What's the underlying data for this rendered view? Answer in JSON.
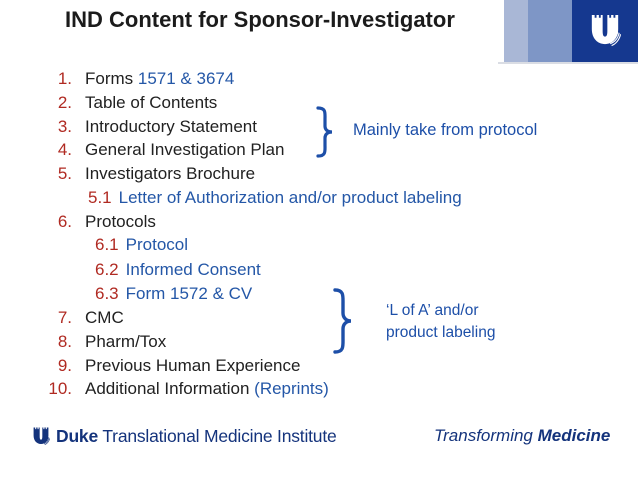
{
  "slide": {
    "title": "IND Content for Sponsor-Investigator"
  },
  "colors": {
    "title": "#1b1b1b",
    "body_text": "#212121",
    "number_red": "#b02a22",
    "blue_text": "#2457a7",
    "annotation_blue": "#1d4fa8",
    "footer_navy": "#14337c",
    "logo_stripe_light": "#a9b7d6",
    "logo_stripe_mid": "#7e96c6",
    "logo_box_dark": "#15388f"
  },
  "list": {
    "items": [
      {
        "number": "1.",
        "indent": "main",
        "segments": [
          {
            "text": "Forms ",
            "style": "body"
          },
          {
            "text": "1571 & 3674",
            "style": "blue"
          }
        ]
      },
      {
        "number": "2.",
        "indent": "main",
        "segments": [
          {
            "text": "Table of Contents",
            "style": "body"
          }
        ]
      },
      {
        "number": "3.",
        "indent": "main",
        "segments": [
          {
            "text": "Introductory Statement",
            "style": "body"
          }
        ]
      },
      {
        "number": "4.",
        "indent": "main",
        "segments": [
          {
            "text": "General Investigation Plan",
            "style": "body"
          }
        ]
      },
      {
        "number": "5.",
        "indent": "main",
        "segments": [
          {
            "text": "Investigators Brochure",
            "style": "body"
          }
        ]
      },
      {
        "number": "5.1",
        "indent": "sub5",
        "segments": [
          {
            "text": "Letter of Authorization and/or product labeling",
            "style": "blue"
          }
        ]
      },
      {
        "number": "6.",
        "indent": "main",
        "segments": [
          {
            "text": "Protocols",
            "style": "body"
          }
        ]
      },
      {
        "number": "6.1",
        "indent": "sub6",
        "segments": [
          {
            "text": "Protocol",
            "style": "blue"
          }
        ]
      },
      {
        "number": "6.2",
        "indent": "sub6",
        "segments": [
          {
            "text": "Informed Consent",
            "style": "blue"
          }
        ]
      },
      {
        "number": "6.3",
        "indent": "sub6",
        "segments": [
          {
            "text": "Form 1572 & CV",
            "style": "blue"
          }
        ]
      },
      {
        "number": "7.",
        "indent": "main",
        "segments": [
          {
            "text": "CMC",
            "style": "body"
          }
        ]
      },
      {
        "number": "8.",
        "indent": "main",
        "segments": [
          {
            "text": "Pharm/Tox",
            "style": "body"
          }
        ]
      },
      {
        "number": "9.",
        "indent": "main",
        "segments": [
          {
            "text": "Previous Human Experience",
            "style": "body"
          }
        ]
      },
      {
        "number": "10.",
        "indent": "main",
        "segments": [
          {
            "text": "Additional Information ",
            "style": "body"
          },
          {
            "text": "(Reprints)",
            "style": "blue"
          }
        ]
      }
    ]
  },
  "annotations": {
    "brace1_label": "Mainly take from protocol",
    "brace2_label_line1": "‘L of A’ and/or",
    "brace2_label_line2": "product labeling"
  },
  "footer": {
    "brand_bold": "Duke",
    "brand_rest": " Translational Medicine Institute",
    "tagline_italic": "Transforming ",
    "tagline_bold": "Medicine"
  },
  "logo": {
    "top_right": "duke-shield-logo",
    "footer": "duke-shield-logo"
  }
}
